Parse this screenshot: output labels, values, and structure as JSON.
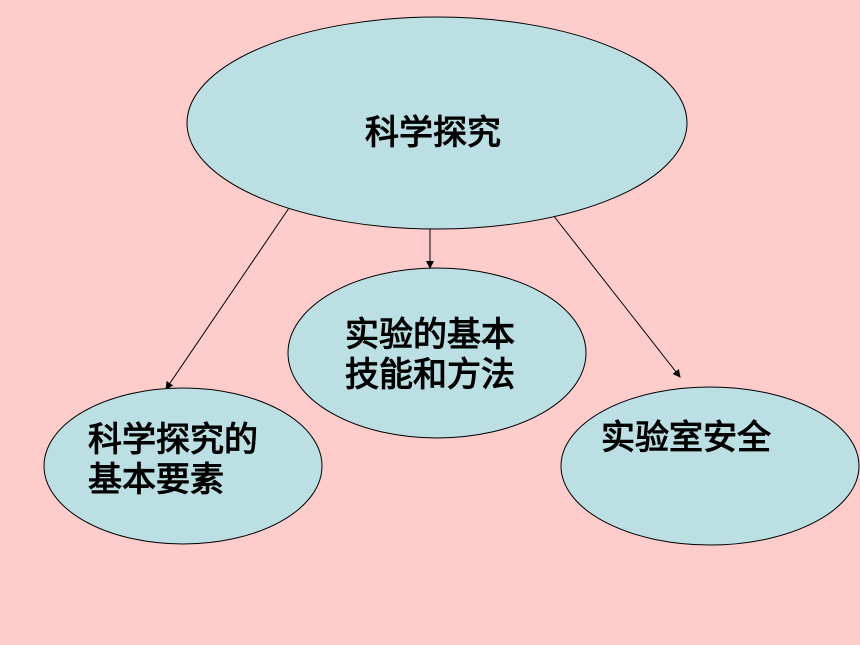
{
  "colors": {
    "background": "#FFCCCC",
    "node_fill": "#BBDFE3",
    "node_stroke": "#000000",
    "connector": "#000000"
  },
  "root": {
    "label": "科学探究"
  },
  "children": [
    {
      "lines": [
        "实验的基本",
        "技能和方法"
      ]
    },
    {
      "lines": [
        "科学探究的",
        "基本要素"
      ]
    },
    {
      "lines": [
        "实验室安全"
      ]
    }
  ]
}
